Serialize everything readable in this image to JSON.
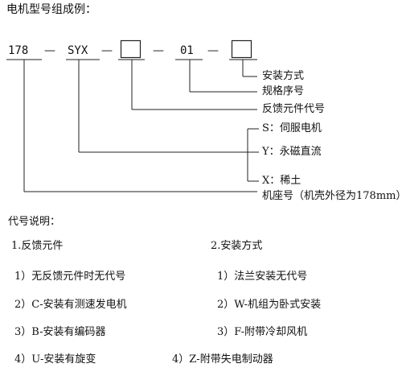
{
  "title": "电机型号组成例：",
  "model": {
    "frame": "178",
    "series": "SYX",
    "spec": "01",
    "dash": "—"
  },
  "labels": {
    "mount": "安装方式",
    "spec": "规格序号",
    "feedback": "反馈元件代号",
    "s": "S：伺服电机",
    "y": "Y：永磁直流",
    "x": "X：稀土",
    "frame": "机座号（机壳外径为178mm）"
  },
  "legend": {
    "heading": "代号说明：",
    "left_title": "1.反馈元件",
    "right_title": "2.安装方式",
    "left_items": [
      "1）无反馈元件时无代号",
      "2）C-安装有测速发电机",
      "3）B-安装有编码器",
      "4）U-安装有旋变"
    ],
    "right_items": [
      "1）法兰安装无代号",
      "2）W-机组为卧式安装",
      "3）F-附带冷却风机",
      "4）Z-附带失电制动器"
    ]
  }
}
